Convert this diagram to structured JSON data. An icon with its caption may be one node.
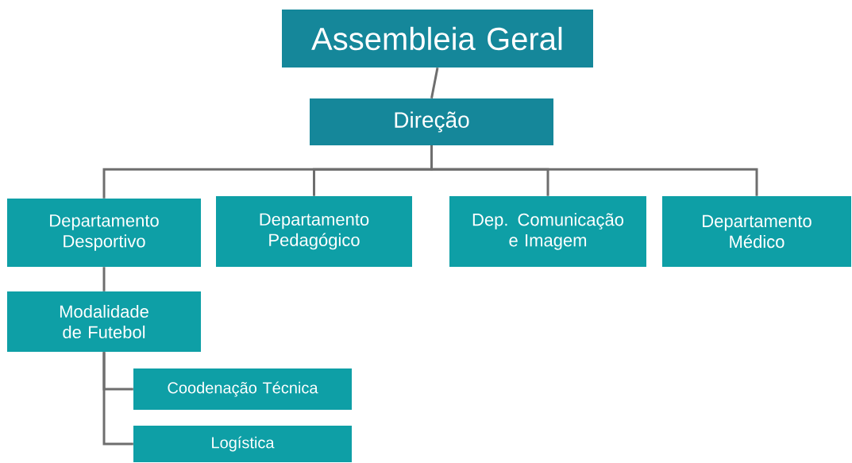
{
  "diagram": {
    "nodes": [
      {
        "text": [
          "Assembleia Geral"
        ]
      },
      {
        "text": [
          "Direção"
        ]
      },
      {
        "text": [
          "Departamento Desportivo"
        ]
      },
      {
        "text": [
          "Departamento Pedagógico"
        ]
      },
      {
        "text": [
          "Dep. Comunicação e Imagem"
        ]
      },
      {
        "text": [
          "Departamento Médico"
        ]
      },
      {
        "text": [
          "Modalidade de Futebol"
        ]
      },
      {
        "text": [
          "Coodenação Técnica"
        ]
      },
      {
        "text": [
          "Logística"
        ]
      }
    ],
    "edges": [
      {
        "from": 0,
        "to": 1,
        "arrow": "none"
      },
      {
        "from": 1,
        "to": 2,
        "arrow": "none"
      },
      {
        "from": 1,
        "to": 3,
        "arrow": "none"
      },
      {
        "from": 1,
        "to": 4,
        "arrow": "none"
      },
      {
        "from": 1,
        "to": 5,
        "arrow": "none"
      },
      {
        "from": 2,
        "to": 6,
        "arrow": "none"
      },
      {
        "from": 6,
        "to": 7,
        "arrow": "none"
      },
      {
        "from": 6,
        "to": 8,
        "arrow": "none"
      }
    ]
  }
}
